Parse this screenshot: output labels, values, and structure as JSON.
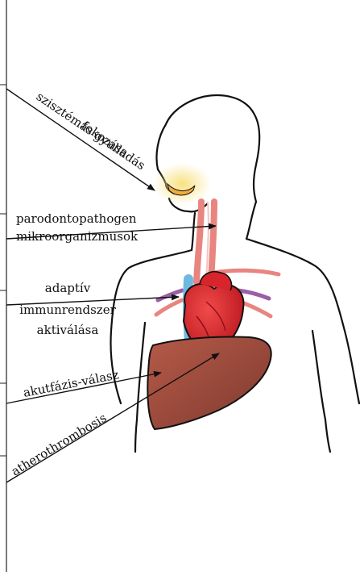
{
  "labels": {
    "systemic_inflammation": "szisztémás gyulladás",
    "enhancement": "fokozása",
    "parodontopathogen": "parodontopathogen",
    "microorganisms": "mikroorganizmusok",
    "adaptive": "adaptív",
    "immune_system": "immunrendszer",
    "activation": "aktiválása",
    "acute_phase": "akutfázis-válasz",
    "atherothrombosis": "atherothrombosis"
  },
  "colors": {
    "heart": "#e3262c",
    "heart_dark": "#8e1016",
    "liver": "#a14d3f",
    "liver_dark": "#6d2e24",
    "artery": "#e88580",
    "vein": "#6fb9e0",
    "pulmonary": "#9b5fa6",
    "mouth_glow": "#f8e07a",
    "line": "#111111"
  }
}
